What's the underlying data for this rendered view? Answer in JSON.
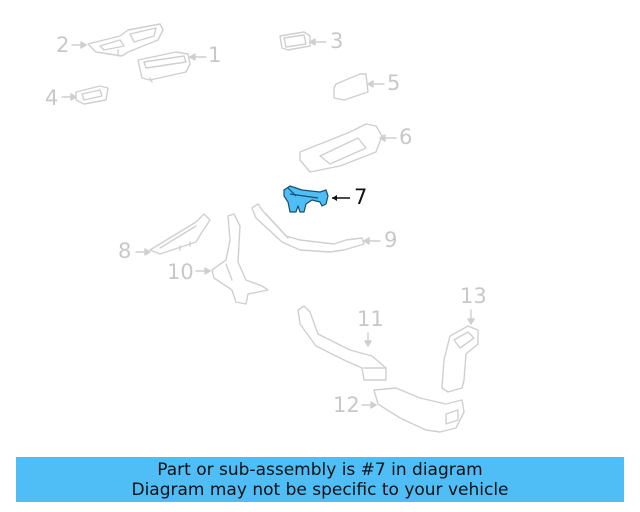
{
  "diagram": {
    "highlighted_part": "7",
    "colors": {
      "part_stroke": "#cfcfcf",
      "label_inactive": "#c8c8c8",
      "label_active": "#111111",
      "highlight_fill": "#4fbdf6",
      "highlight_stroke": "#1a4f6e"
    },
    "callouts": [
      {
        "id": "1",
        "label": "1"
      },
      {
        "id": "2",
        "label": "2"
      },
      {
        "id": "3",
        "label": "3"
      },
      {
        "id": "4",
        "label": "4"
      },
      {
        "id": "5",
        "label": "5"
      },
      {
        "id": "6",
        "label": "6"
      },
      {
        "id": "7",
        "label": "7"
      },
      {
        "id": "8",
        "label": "8"
      },
      {
        "id": "9",
        "label": "9"
      },
      {
        "id": "10",
        "label": "10"
      },
      {
        "id": "11",
        "label": "11"
      },
      {
        "id": "12",
        "label": "12"
      },
      {
        "id": "13",
        "label": "13"
      }
    ]
  },
  "banner": {
    "line1": "Part or sub-assembly is #7 in diagram",
    "line2": "Diagram may not be specific to your vehicle",
    "background": "#4fbdf6"
  }
}
